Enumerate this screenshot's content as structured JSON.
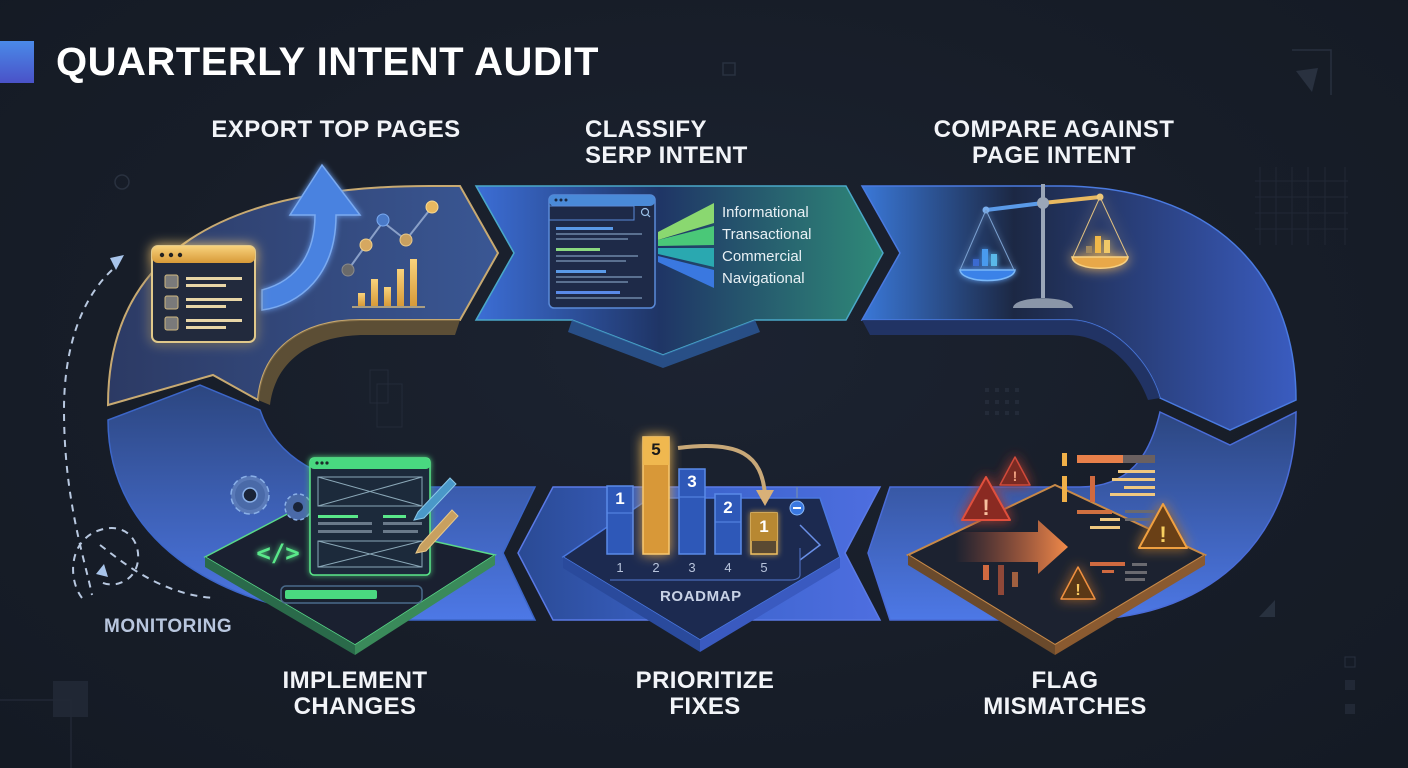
{
  "title": "QUARTERLY INTENT AUDIT",
  "colors": {
    "background": "#171d28",
    "ribbon_blue": "#3f6fd8",
    "accent_gold": "#f2c46a",
    "accent_green": "#4fd08a",
    "accent_red": "#e0503c",
    "accent_orange": "#f08a3a",
    "text": "#ffffff"
  },
  "steps": [
    {
      "id": "export",
      "label": "EXPORT TOP PAGES",
      "icon": "browser-list-icon"
    },
    {
      "id": "classify",
      "label": "CLASSIFY\nSERP INTENT",
      "icon": "search-results-icon"
    },
    {
      "id": "compare",
      "label": "COMPARE AGAINST\nPAGE INTENT",
      "icon": "balance-scale-icon"
    },
    {
      "id": "flag",
      "label": "FLAG\nMISMATCHES",
      "icon": "warning-icon"
    },
    {
      "id": "prioritize",
      "label": "PRIORITIZE\nFIXES",
      "icon": "roadmap-bars-icon"
    },
    {
      "id": "implement",
      "label": "IMPLEMENT\nCHANGES",
      "icon": "wireframe-edit-icon"
    }
  ],
  "intent_types": [
    "Informational",
    "Transactional",
    "Commercial",
    "Navigational"
  ],
  "roadmap": {
    "label": "ROADMAP",
    "axis": [
      "1",
      "2",
      "3",
      "4",
      "5"
    ],
    "bars": [
      {
        "position": "1",
        "priority": "1",
        "highlight": false
      },
      {
        "position": "2",
        "priority": "5",
        "highlight": true
      },
      {
        "position": "3",
        "priority": "3",
        "highlight": false
      },
      {
        "position": "4",
        "priority": "2",
        "highlight": false
      },
      {
        "position": "5",
        "priority": "1",
        "highlight": true
      }
    ]
  },
  "loop_label": "MONITORING"
}
